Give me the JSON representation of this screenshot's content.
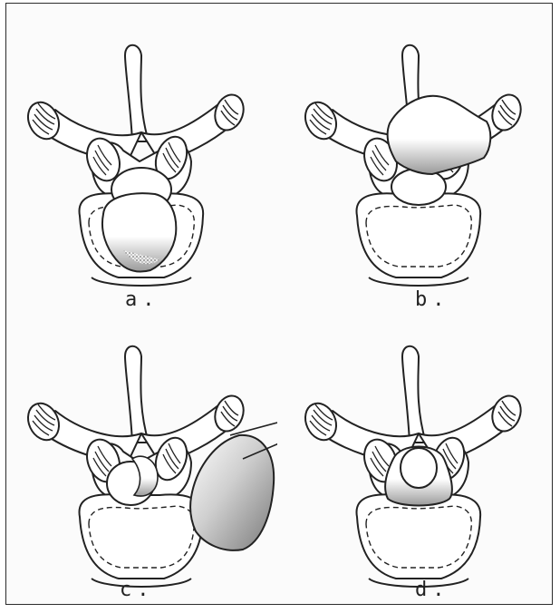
{
  "panels": [
    {
      "id": "a",
      "label": "a."
    },
    {
      "id": "b",
      "label": "b."
    },
    {
      "id": "c",
      "label": "c."
    },
    {
      "id": "d",
      "label": "d."
    }
  ],
  "colors": {
    "line": "#222222",
    "stipple": "#8a8a8a",
    "background": "#ffffff"
  }
}
